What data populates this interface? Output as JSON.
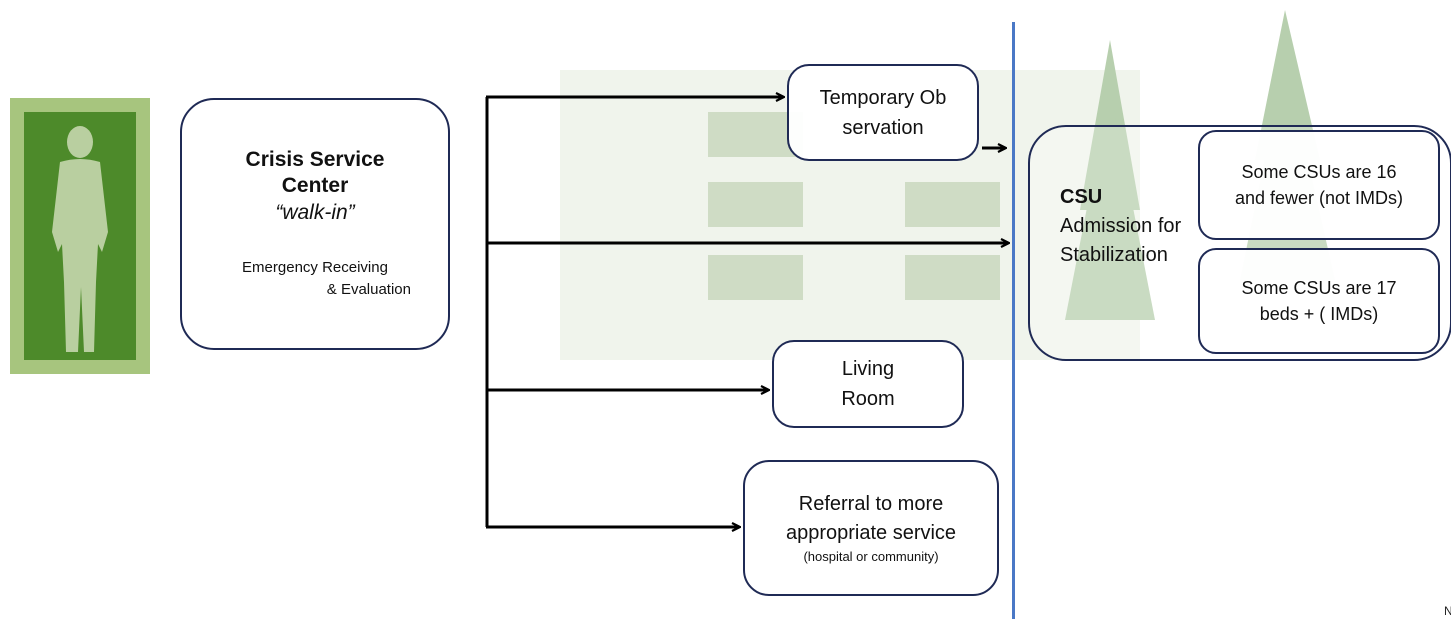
{
  "crisis_center": {
    "title": "Crisis Service Center",
    "subtitle": "“walk-in”",
    "desc_line1": "Emergency Receiving",
    "desc_line2": "& Evaluation"
  },
  "options": {
    "temporary": "Temporary Observation",
    "living_room": "Living Room",
    "referral": "Referral to more appropriate service",
    "referral_note": "(hospital or community)"
  },
  "csu": {
    "title": "CSU",
    "description": "Admission for Stabilization",
    "group_a": "Some CSUs are 16 and fewer (not IMDs)",
    "group_b": "Some CSUs are 17 beds + ( IMDs)"
  },
  "corner_mark": "N",
  "colors": {
    "arrow": "#000000",
    "divider": "#4a78c6",
    "box_border": "#1f2a55",
    "person_outer": "#a7c57e",
    "person_inner": "#4d8a2a",
    "person_figure": "#b9cfa0",
    "background_art": "#c9dcc0"
  },
  "icons": {
    "person": "person-silhouette-icon"
  }
}
